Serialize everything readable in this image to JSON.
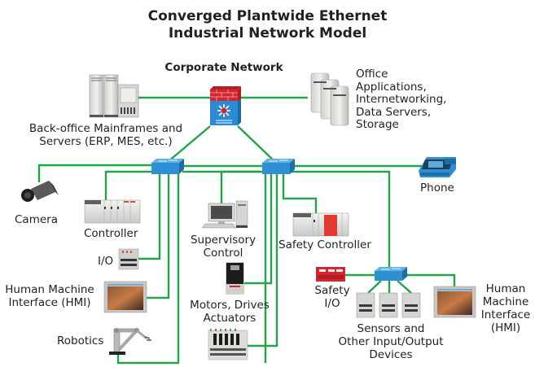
{
  "title": {
    "line1": "Converged Plantwide Ethernet",
    "line2": "Industrial Network Model"
  },
  "colors": {
    "wire": "#22a54a",
    "switch_blue": "#2f8fd0",
    "firewall_red": "#d22630",
    "firewall_blue": "#2a8bd2"
  },
  "nodes": {
    "corporate_network": {
      "label": "Corporate Network",
      "icon": "firewall-router-icon"
    },
    "back_office": {
      "label_line1": "Back-office Mainframes and",
      "label_line2": "Servers (ERP, MES, etc.)",
      "icon": "mainframe-server-icon"
    },
    "office_apps": {
      "label_lines": [
        "Office",
        "Applications,",
        "Internetworking,",
        "Data Servers,",
        "Storage"
      ],
      "icon": "server-stack-icon"
    },
    "camera": {
      "label": "Camera",
      "icon": "camera-icon"
    },
    "controller": {
      "label": "Controller",
      "icon": "plc-controller-icon"
    },
    "io": {
      "label": "I/O",
      "icon": "io-module-icon"
    },
    "hmi_left": {
      "label_line1": "Human Machine",
      "label_line2": "Interface (HMI)",
      "icon": "hmi-panel-icon"
    },
    "robotics": {
      "label": "Robotics",
      "icon": "robot-arm-icon"
    },
    "supervisory": {
      "label_line1": "Supervisory",
      "label_line2": "Control",
      "icon": "workstation-icon"
    },
    "motors": {
      "label_line1": "Motors, Drives",
      "label_line2": "Actuators",
      "icon": "drive-icon"
    },
    "safety_controller": {
      "label": "Safety Controller",
      "icon": "safety-plc-icon"
    },
    "phone": {
      "label": "Phone",
      "icon": "ip-phone-icon"
    },
    "safety_io": {
      "label_line1": "Safety",
      "label_line2": "I/O",
      "icon": "safety-io-icon"
    },
    "sensors": {
      "label_lines": [
        "Sensors and",
        "Other Input/Output",
        "Devices"
      ],
      "icon": "io-block-icon"
    },
    "hmi_right": {
      "label_lines": [
        "Human",
        "Machine",
        "Interface",
        "(HMI)"
      ],
      "icon": "hmi-panel-icon"
    }
  },
  "switches": [
    "left-switch",
    "center-switch",
    "lower-right-switch"
  ]
}
